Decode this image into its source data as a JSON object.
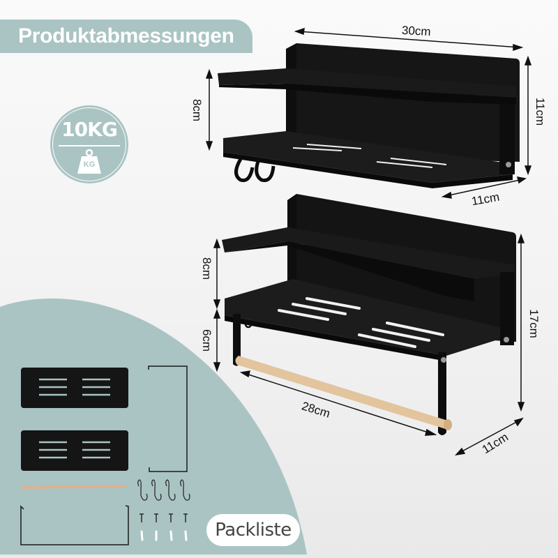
{
  "header": {
    "title": "Produktabmessungen"
  },
  "badge": {
    "capacity": "10KG",
    "icon_label": "KG",
    "icon": "weight-icon"
  },
  "top_shelf": {
    "width": "30cm",
    "height_inner": "8cm",
    "height_total": "11cm",
    "depth": "11cm"
  },
  "bottom_shelf": {
    "height_upper": "8cm",
    "height_lower": "6cm",
    "height_total": "17cm",
    "rod_length": "28cm",
    "depth": "11cm"
  },
  "packing_list": {
    "label": "Packliste",
    "items": [
      "shelf-basket",
      "shelf-basket",
      "wire-rail",
      "wooden-rod",
      "wire-rail",
      "s-hook x4",
      "screw x4",
      "wall-anchor x4"
    ]
  },
  "colors": {
    "accent": "#a9c4c3",
    "shelf": "#151515",
    "wood": "#e2c49d",
    "background": "#f4f4f4"
  }
}
